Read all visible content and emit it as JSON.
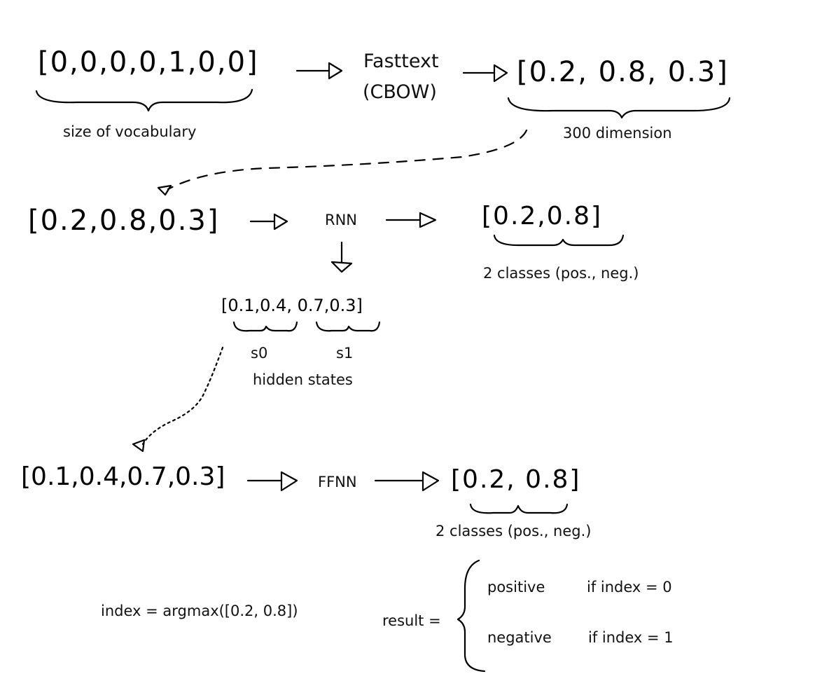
{
  "row1": {
    "input_vector": "[0,0,0,0,1,0,0]",
    "input_caption": "size of vocabulary",
    "model_line1": "Fasttext",
    "model_line2": "(CBOW)",
    "output_vector": "[0.2, 0.8, 0.3]",
    "output_caption": "300 dimension"
  },
  "row2": {
    "input_vector": "[0.2,0.8,0.3]",
    "model": "RNN",
    "output_vector": "[0.2,0.8]",
    "output_caption": "2 classes (pos., neg.)",
    "hidden_vector": "[0.1,0.4, 0.7,0.3]",
    "hidden_s0": "s0",
    "hidden_s1": "s1",
    "hidden_caption": "hidden states"
  },
  "row3": {
    "input_vector": "[0.1,0.4,0.7,0.3]",
    "model": "FFNN",
    "output_vector": "[0.2, 0.8]",
    "output_caption": "2 classes (pos., neg.)"
  },
  "result": {
    "index_formula": "index = argmax([0.2, 0.8])",
    "result_label": "result =",
    "case1_value": "positive",
    "case1_condition": "if index = 0",
    "case2_value": "negative",
    "case2_condition": "if index = 1"
  }
}
